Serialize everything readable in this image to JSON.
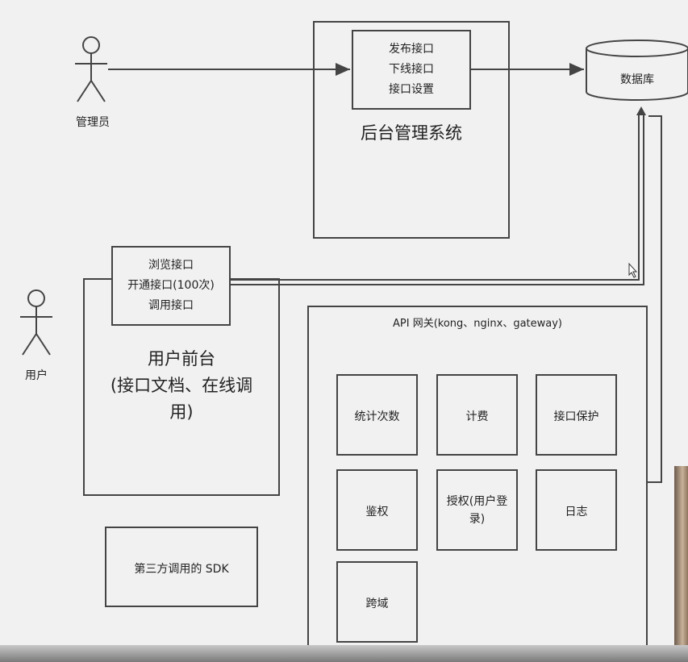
{
  "actors": {
    "admin": "管理员",
    "user": "用户"
  },
  "admin_system": {
    "title": "后台管理系统",
    "items": [
      "发布接口",
      "下线接口",
      "接口设置"
    ]
  },
  "database": {
    "label": "数据库"
  },
  "frontend": {
    "title_line1": "用户前台",
    "title_line2": "(接口文档、在线调",
    "title_line3": "用)",
    "items": [
      "浏览接口",
      "开通接口(100次)",
      "调用接口"
    ]
  },
  "sdk": {
    "label": "第三方调用的 SDK"
  },
  "gateway": {
    "title": "API 网关(kong、nginx、gateway)",
    "modules": [
      "统计次数",
      "计费",
      "接口保护",
      "鉴权",
      "授权(用户登录)",
      "日志",
      "跨域"
    ],
    "auth_line1": "授权(用户登",
    "auth_line2": "录)"
  }
}
